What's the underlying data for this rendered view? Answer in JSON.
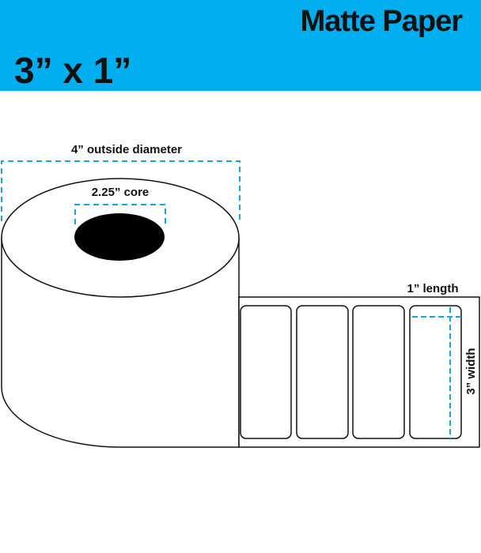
{
  "header": {
    "material": "Matte Paper",
    "size": "3” x 1”",
    "background_color": "#00AEEF"
  },
  "diagram": {
    "outside_diameter_label": "4” outside diameter",
    "core_label": "2.25” core",
    "length_label": "1” length",
    "width_label": "3” width",
    "label_count": 4,
    "dimension_line_color": "#1BA3DB"
  }
}
